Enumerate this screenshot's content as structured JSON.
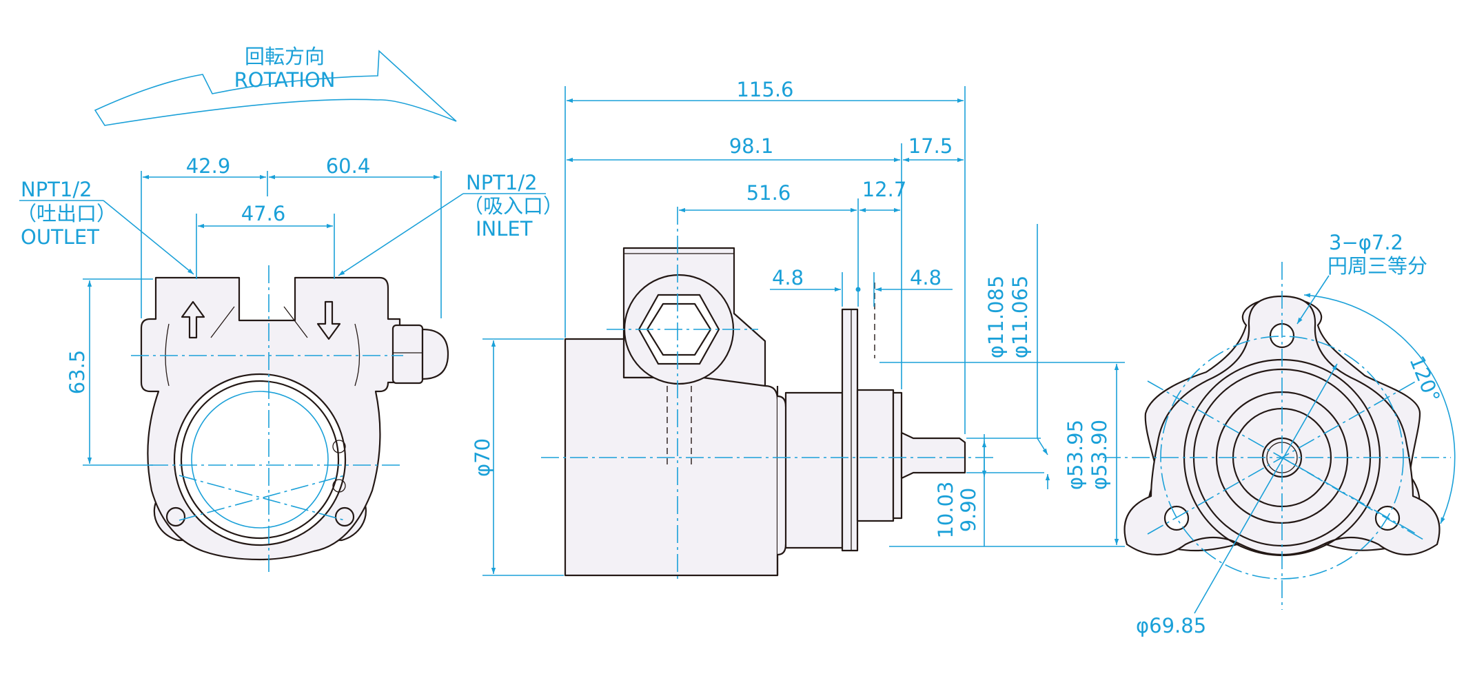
{
  "rotation": {
    "label_jp": "回転方向",
    "label_en": "ROTATION"
  },
  "front_view": {
    "dims": {
      "left": "42.9",
      "right": "60.4",
      "ports": "47.6",
      "height": "63.5"
    },
    "outlet": {
      "thread": "NPT1/2",
      "label_jp": "（吐出口）",
      "label_en": "OUTLET"
    },
    "inlet": {
      "thread": "NPT1/2",
      "label_jp": "（吸入口）",
      "label_en": "INLET"
    }
  },
  "side_view": {
    "dims": {
      "overall": "115.6",
      "body": "98.1",
      "shaft": "17.5",
      "port_center": "51.6",
      "flange_pos": "12.7",
      "flange_left": "4.8",
      "flange_right": "4.8",
      "body_dia": "φ70",
      "shaft_dia_max": "φ11.085",
      "shaft_dia_min": "φ11.065",
      "pilot_dia_max": "φ53.95",
      "pilot_dia_min": "φ53.90",
      "shaft_center_a": "10.03",
      "shaft_center_b": "9.90"
    }
  },
  "flange_view": {
    "holes": "3−φ7.2",
    "holes_note": "円周三等分",
    "angle": "120°",
    "pcd": "φ69.85"
  },
  "colors": {
    "dimension": "#1aa0d8",
    "outline": "#231815",
    "fill": "#f3f1f6"
  }
}
